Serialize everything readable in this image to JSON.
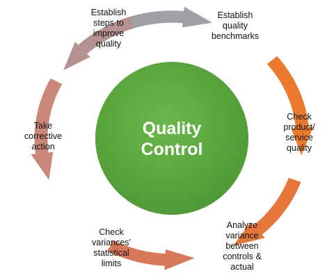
{
  "center": {
    "line1": "Quality",
    "line2": "Control",
    "color": "#5aa53e"
  },
  "steps": [
    {
      "lines": [
        "Establish",
        "quality",
        "benchmarks"
      ]
    },
    {
      "lines": [
        "Check",
        "product/",
        "service",
        "quality"
      ]
    },
    {
      "lines": [
        "Analyze",
        "variance",
        "between",
        "controls &",
        "actual"
      ]
    },
    {
      "lines": [
        "Check",
        "variances'",
        "statistical",
        "limits"
      ]
    },
    {
      "lines": [
        "Take",
        "corrective",
        "action"
      ]
    },
    {
      "lines": [
        "Establish",
        "steps to",
        "improve",
        "quality"
      ]
    }
  ],
  "arrows": [
    {
      "name": "arrow-top",
      "color": "#9ea0a3"
    },
    {
      "name": "arrow-right-upper",
      "color": "#ea7a2e"
    },
    {
      "name": "arrow-right-lower",
      "color": "#e5773a"
    },
    {
      "name": "arrow-bottom",
      "color": "#d87757"
    },
    {
      "name": "arrow-left-lower",
      "color": "#c9877a"
    },
    {
      "name": "arrow-left-upper",
      "color": "#b59290"
    }
  ]
}
